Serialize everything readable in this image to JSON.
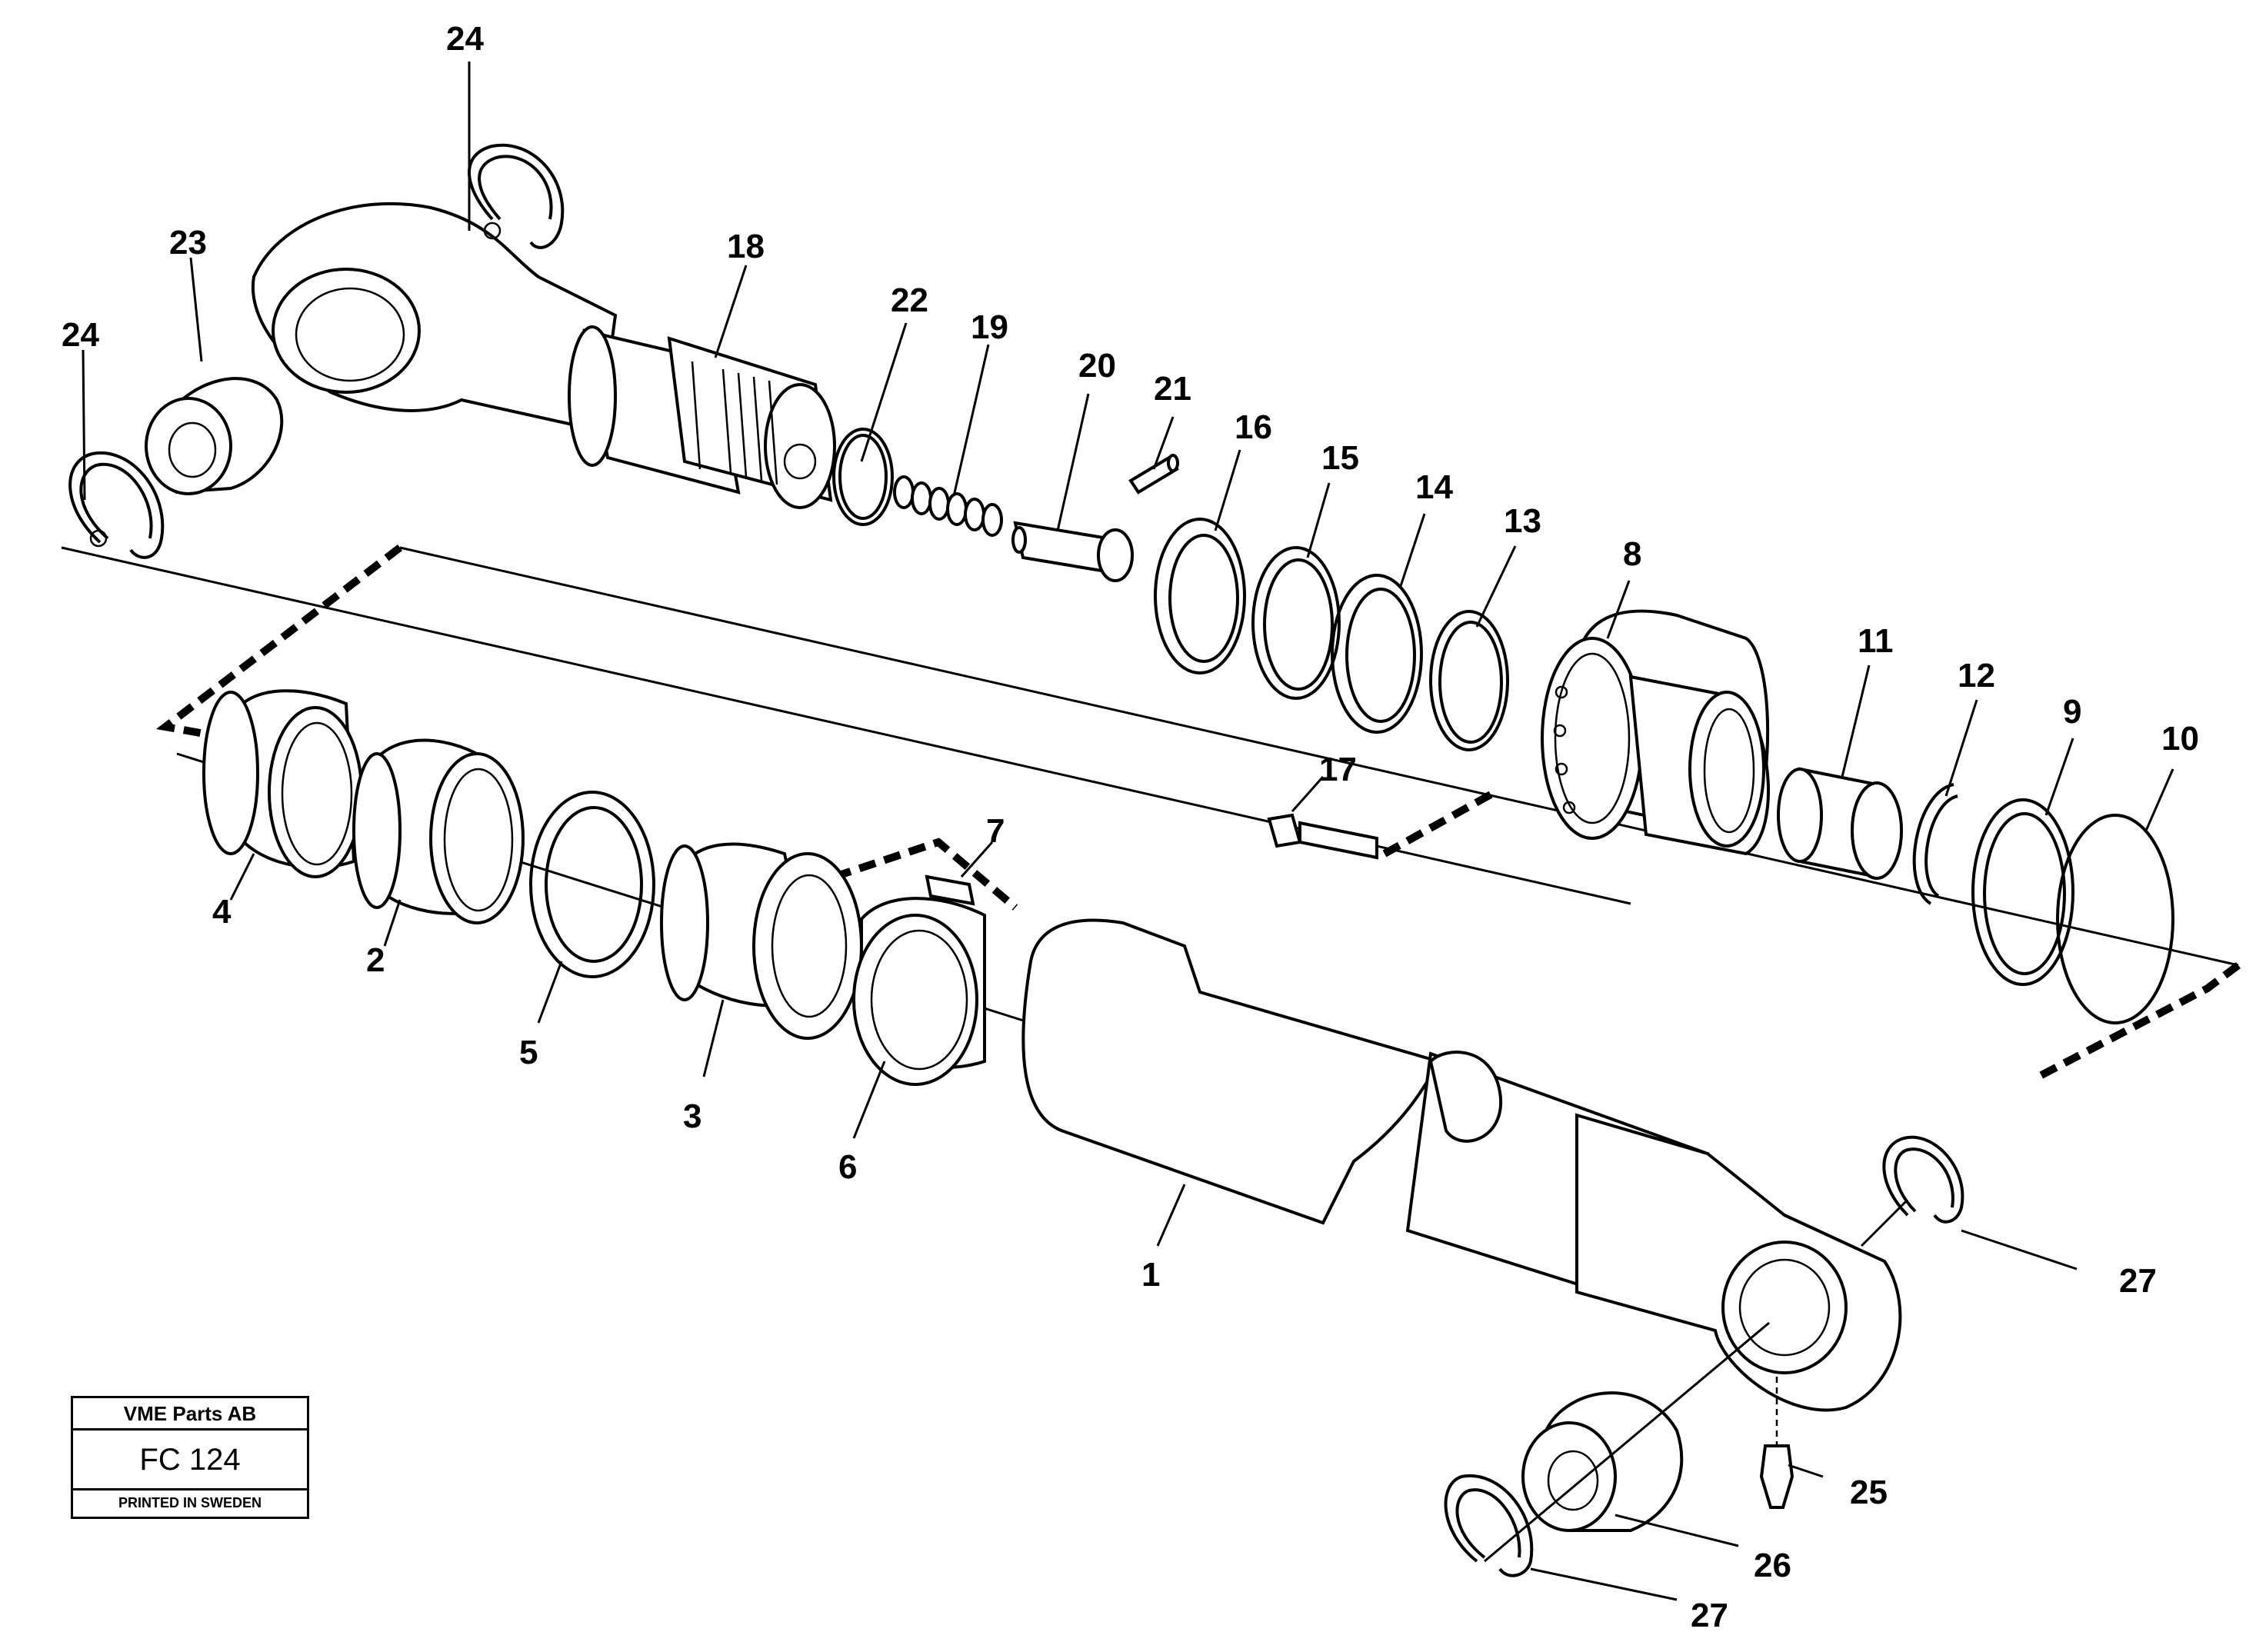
{
  "title_block": {
    "company": "VME Parts AB",
    "figure_code": "FC 124",
    "printed": "PRINTED IN SWEDEN"
  },
  "callouts": {
    "c1": "1",
    "c2": "2",
    "c3": "3",
    "c4": "4",
    "c5": "5",
    "c6": "6",
    "c7": "7",
    "c8": "8",
    "c9": "9",
    "c10": "10",
    "c11": "11",
    "c12": "12",
    "c13": "13",
    "c14": "14",
    "c15": "15",
    "c16": "16",
    "c17": "17",
    "c18": "18",
    "c19": "19",
    "c20": "20",
    "c21": "21",
    "c22": "22",
    "c23": "23",
    "c24a": "24",
    "c24b": "24",
    "c25": "25",
    "c26": "26",
    "c27a": "27",
    "c27b": "27"
  }
}
